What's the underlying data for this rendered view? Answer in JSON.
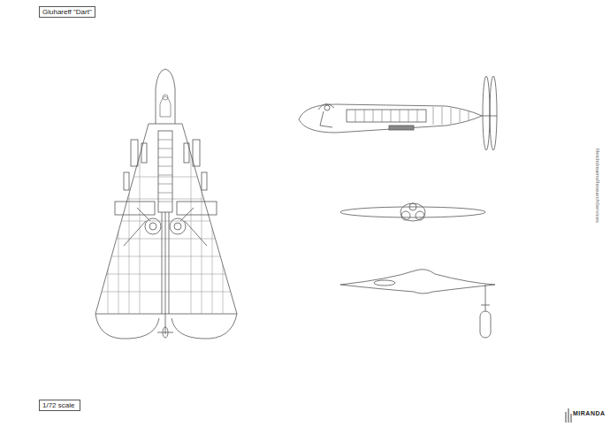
{
  "diagram": {
    "title": "Gluhareff \"Dart\"",
    "nodes": [
      {
        "text": [
          "1/72 scale"
        ]
      }
    ],
    "labels": [
      "MIRANDA",
      "ReichdreamsResearchServices"
    ]
  }
}
